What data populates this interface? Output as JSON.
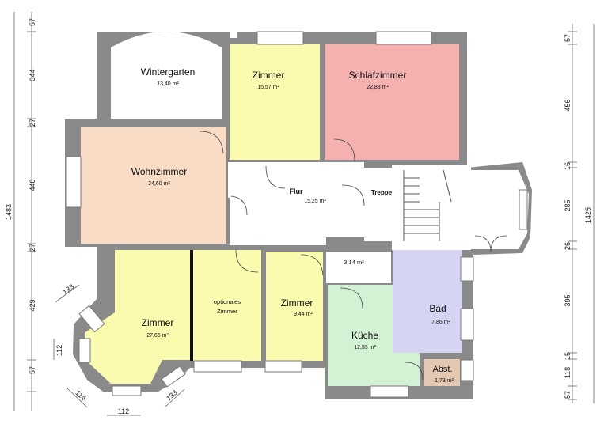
{
  "rooms": {
    "wintergarten": {
      "name": "Wintergarten",
      "area": "13,40 m²"
    },
    "zimmer_top": {
      "name": "Zimmer",
      "area": "15,57 m²"
    },
    "schlafzimmer": {
      "name": "Schlafzimmer",
      "area": "22,88 m²"
    },
    "wohnzimmer": {
      "name": "Wohnzimmer",
      "area": "24,60 m²"
    },
    "flur": {
      "name": "Flur",
      "area": "15,25 m²"
    },
    "treppe": {
      "name": "Treppe"
    },
    "zimmer_bottom_left": {
      "name": "Zimmer",
      "area": "27,66 m²"
    },
    "optionales_zimmer": {
      "name_line1": "optionales",
      "name_line2": "Zimmer"
    },
    "zimmer_bottom_mid": {
      "name": "Zimmer",
      "area": "9,44 m²"
    },
    "vorraum": {
      "area": "3,14 m²"
    },
    "bad": {
      "name": "Bad",
      "area": "7,86 m²"
    },
    "kueche": {
      "name": "Küche",
      "area": "12,53 m²"
    },
    "abst": {
      "name": "Abst.",
      "area": "1,73 m²"
    }
  },
  "dimensions": {
    "left": [
      "57",
      "344",
      "27",
      "448",
      "27",
      "429",
      "57"
    ],
    "left_total": "1483",
    "right": [
      "57",
      "456",
      "16",
      "285",
      "26",
      "395",
      "15",
      "118",
      "57"
    ],
    "right_total": "1425",
    "bay": [
      "133",
      "112",
      "114",
      "133",
      "112"
    ]
  },
  "colors": {
    "wall": "#8a8a8a",
    "wohnzimmer": "#f9dcc6",
    "zimmer": "#fbfbb0",
    "schlafzimmer": "#f5b0b0",
    "bad": "#d5d5f3",
    "kueche": "#d3f2d3",
    "abst": "#e3c8b3"
  }
}
